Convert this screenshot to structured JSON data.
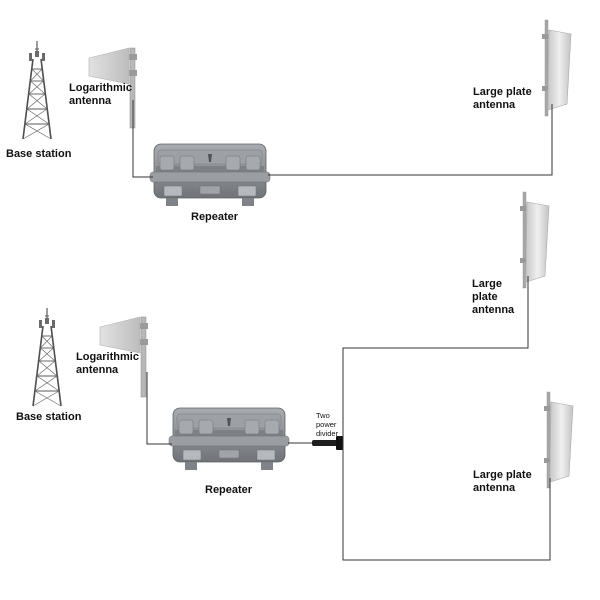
{
  "diagram1": {
    "base_station": "Base station",
    "log_antenna": [
      "Logarithmic",
      "antenna"
    ],
    "repeater": "Repeater",
    "plate_antenna": [
      "Large plate",
      "antenna"
    ]
  },
  "diagram2": {
    "base_station": "Base station",
    "log_antenna": [
      "Logarithmic",
      "antenna"
    ],
    "repeater": "Repeater",
    "power_divider": [
      "Two",
      "power",
      "divider"
    ],
    "plate_antenna_top": [
      "Large",
      "plate",
      "antenna"
    ],
    "plate_antenna_bottom": [
      "Large plate",
      "antenna"
    ]
  },
  "colors": {
    "cable": "#333333",
    "repeater_body": "#8e9296",
    "antenna_panel": "#dcdcdc",
    "tower": "#5a5a5a"
  }
}
